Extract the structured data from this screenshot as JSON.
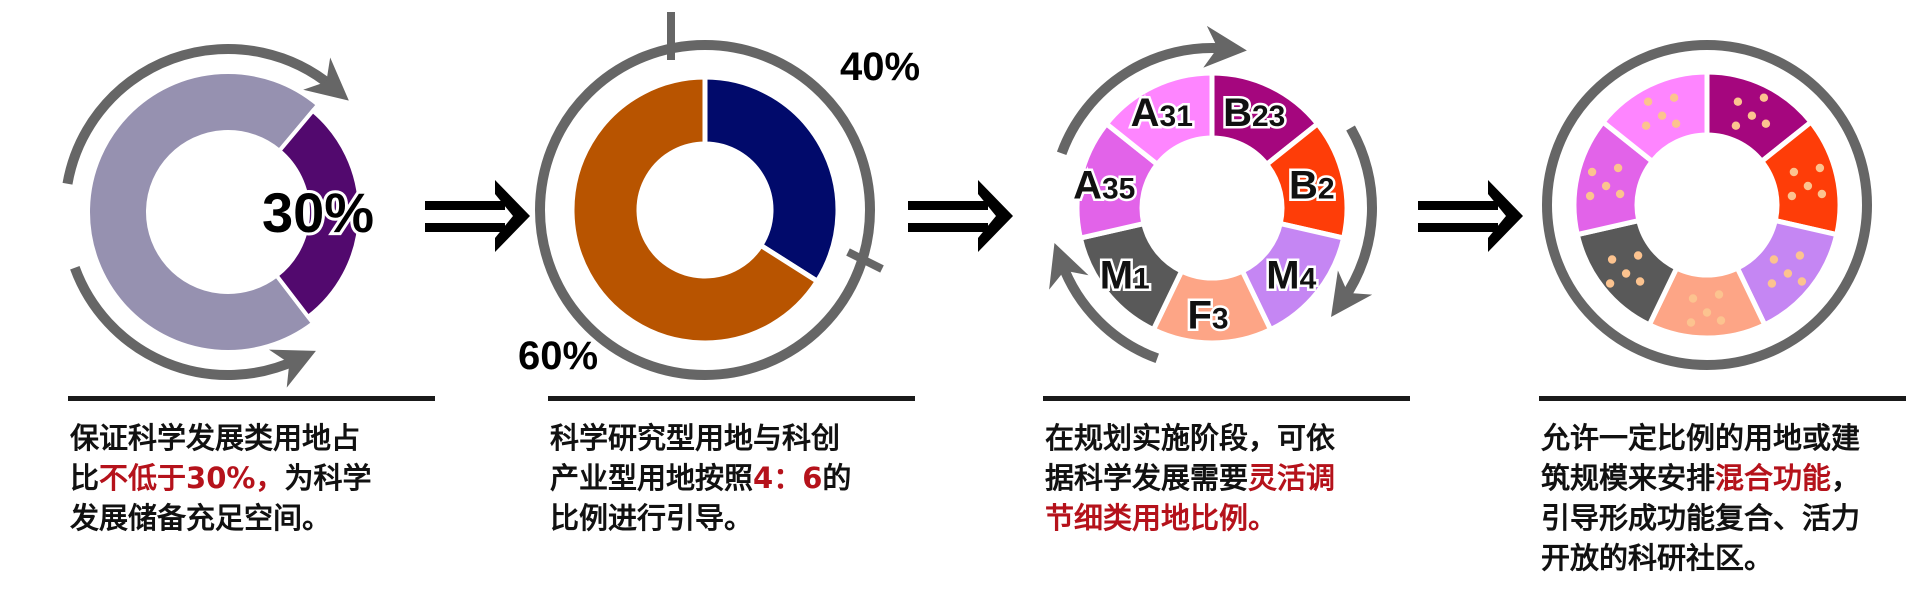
{
  "panel1": {
    "percent": "30%",
    "share": 30,
    "colors": {
      "major": "#9691b0",
      "minor": "#52096e",
      "ring": "#666666"
    },
    "caption": {
      "l1": "保证科学发展类用地占",
      "l2_prefix": "比",
      "l2_highlight": "不低于30%，",
      "l2_suffix": "为科学",
      "l3": "发展储备充足空间。"
    }
  },
  "panel2": {
    "label_major": "40%",
    "label_minor": "60%",
    "shares": [
      40,
      60
    ],
    "colors": {
      "navy": "#010a6b",
      "orange": "#b85400",
      "ring": "#666666"
    },
    "caption": {
      "l1": "科学研究型用地与科创",
      "l2_prefix": "产业型用地按照",
      "l2_highlight": "4：6",
      "l2_suffix": "的",
      "l3": "比例进行引导。"
    }
  },
  "panel3": {
    "segments": [
      {
        "main": "B",
        "sub": "23",
        "color": "#a5067e"
      },
      {
        "main": "B",
        "sub": "2",
        "color": "#fe3d08"
      },
      {
        "main": "M",
        "sub": "4",
        "color": "#c586f3"
      },
      {
        "main": "F",
        "sub": "3",
        "color": "#fda586"
      },
      {
        "main": "M",
        "sub": "1",
        "color": "#595959"
      },
      {
        "main": "A",
        "sub": "35",
        "color": "#e263e9"
      },
      {
        "main": "A",
        "sub": "31",
        "color": "#fe85ff"
      }
    ],
    "caption": {
      "l1": "在规划实施阶段，可依",
      "l2_prefix": "据科学发展需要",
      "l2_highlight": "灵活调",
      "l3_highlight": "节细类用地比例。"
    }
  },
  "panel4": {
    "dot_color": "#fcc38f",
    "caption": {
      "l1": "允许一定比例的用地或建",
      "l2_prefix": "筑规模来安排",
      "l2_highlight": "混合功能",
      "l2_suffix": "，",
      "l3": "引导形成功能复合、活力",
      "l4": "开放的科研社区。"
    }
  }
}
